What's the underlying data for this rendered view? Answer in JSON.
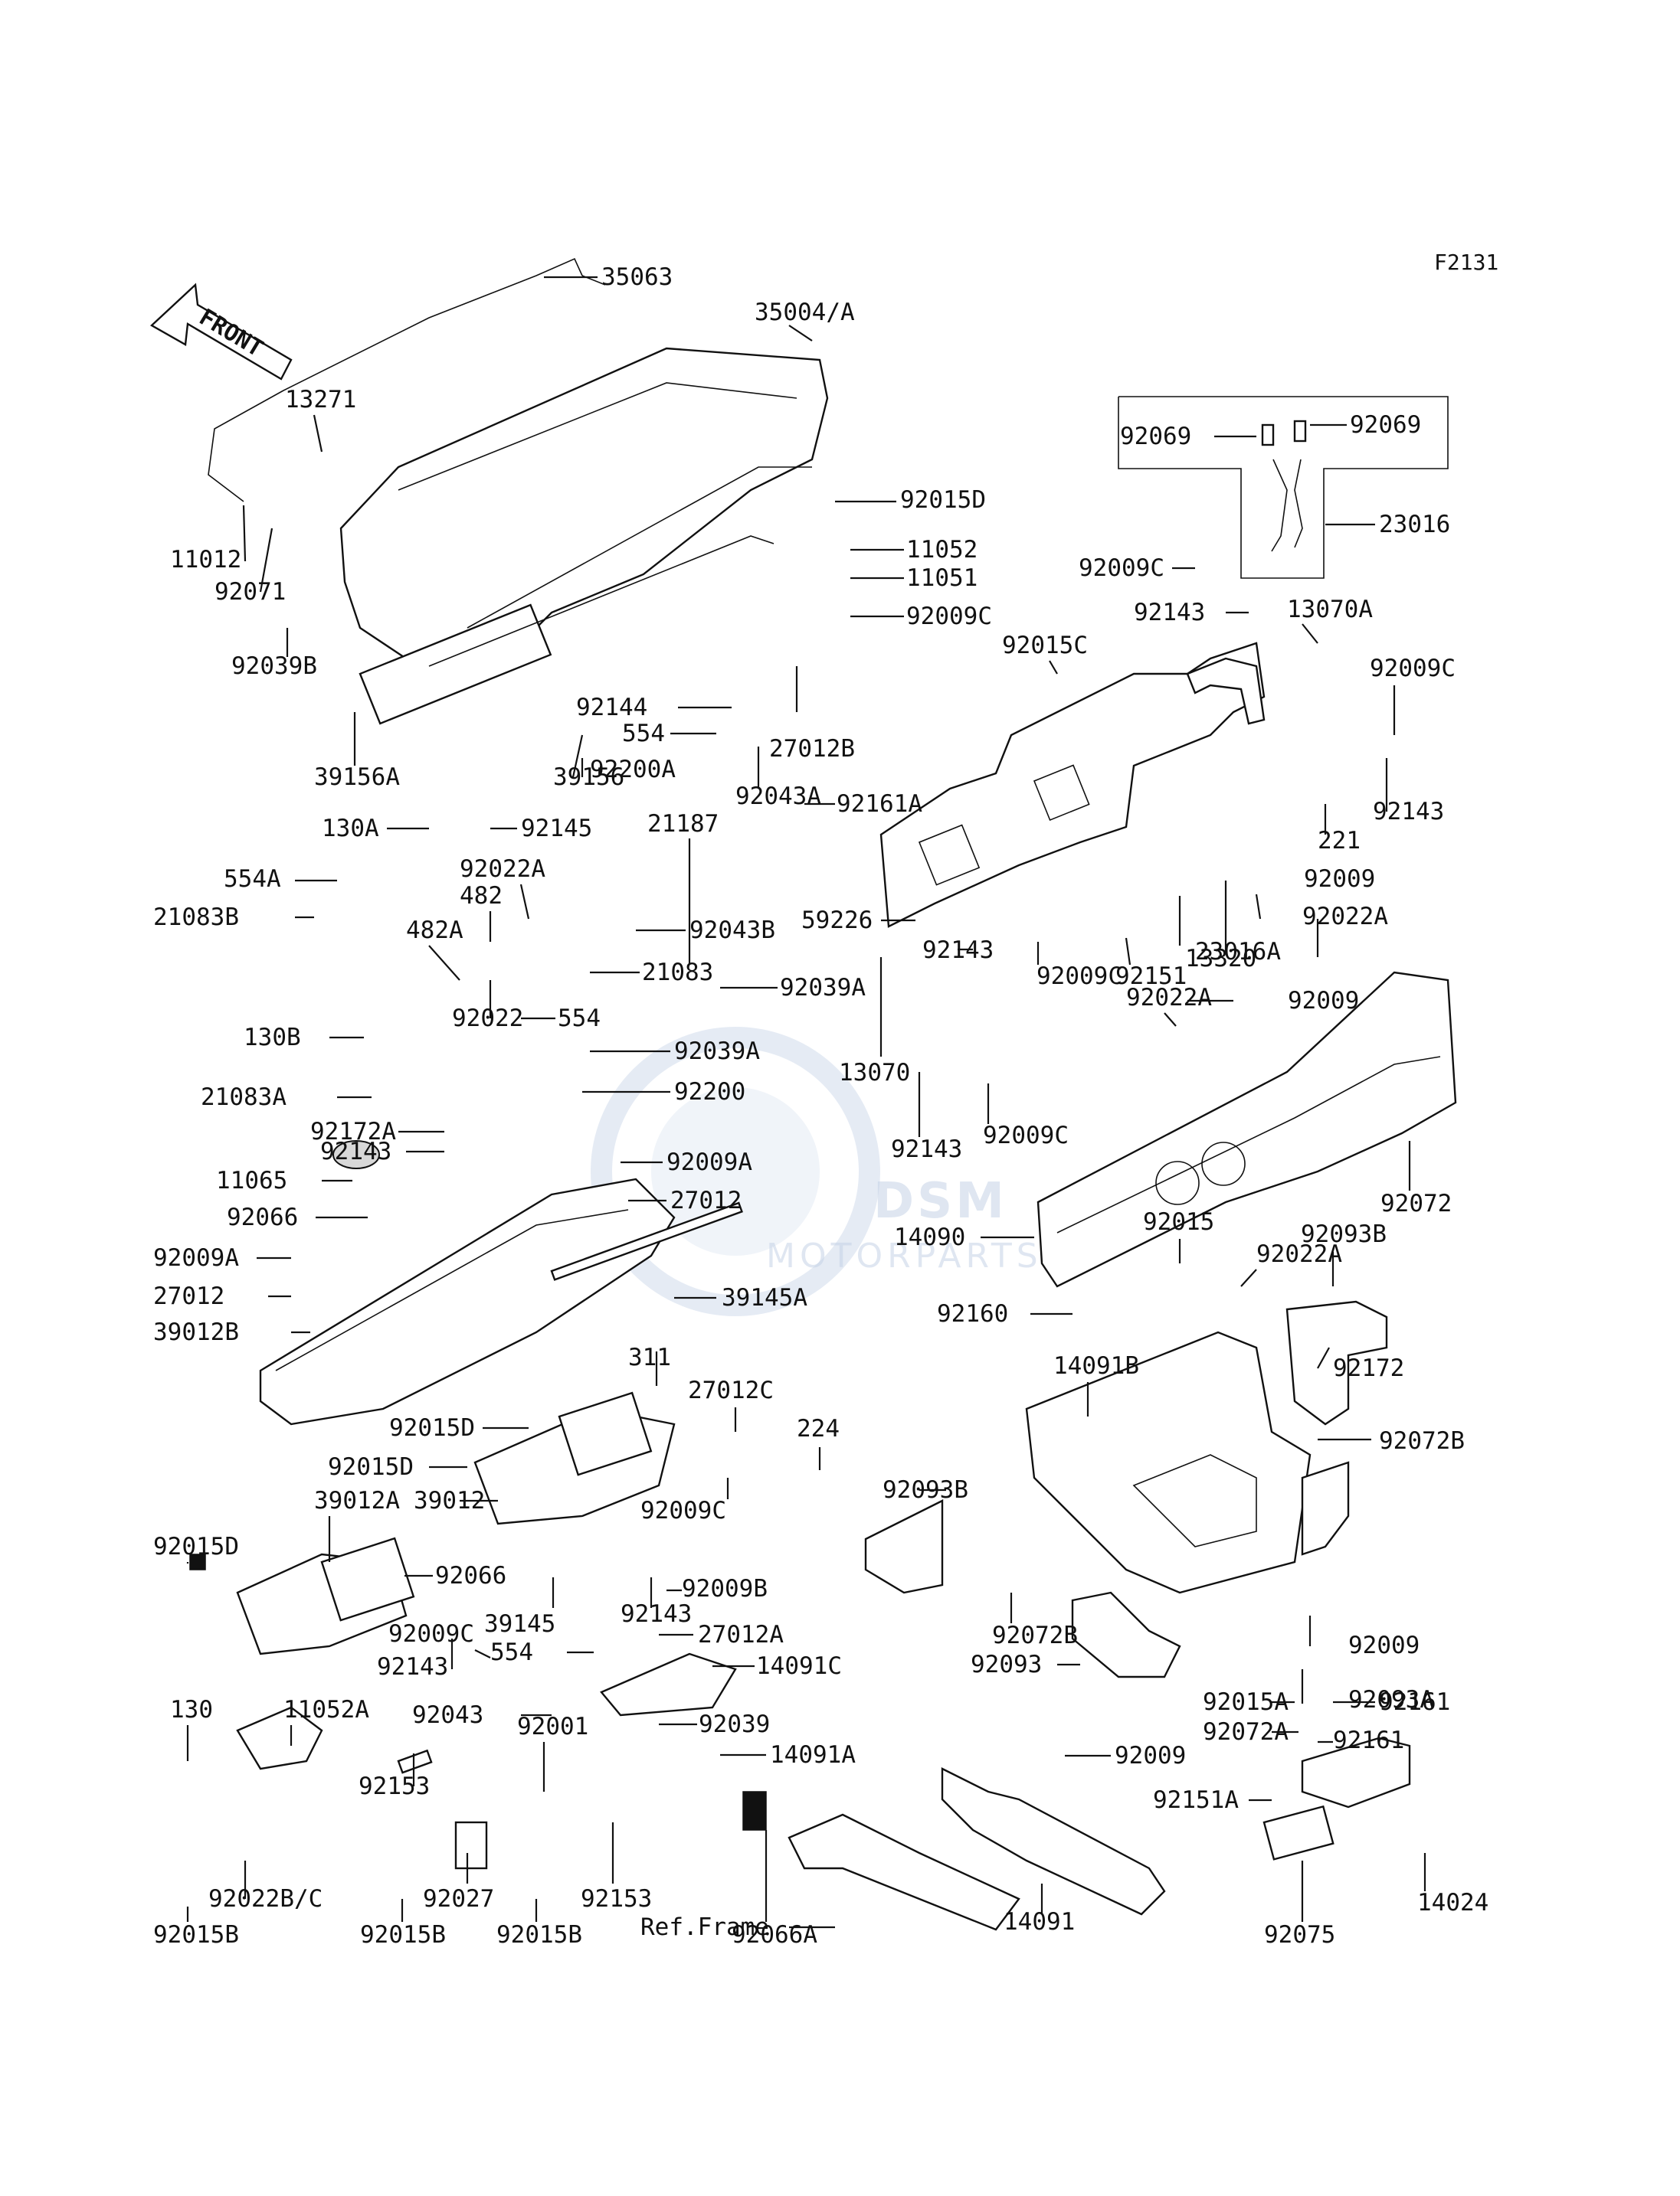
{
  "figure_code": "F2131",
  "direction_label": "FRONT",
  "reference_label": "Ref.Frame",
  "watermark": {
    "brand": "DSM",
    "sub": "MOTORPARTS"
  },
  "part_labels": [
    "35063",
    "35004/A",
    "13271",
    "11012",
    "92071",
    "92039B",
    "92015D",
    "11052",
    "11051",
    "92009C",
    "92069",
    "92069",
    "23016",
    "92009C",
    "92143",
    "13070A",
    "92015C",
    "92009C",
    "92144",
    "554",
    "27012B",
    "39156A",
    "39156",
    "92200A",
    "92043A",
    "21187",
    "92161A",
    "130A",
    "92145",
    "554A",
    "92022A",
    "21083B",
    "482",
    "92043B",
    "482A",
    "21083",
    "554",
    "130B",
    "92022",
    "92039A",
    "21083A",
    "92200",
    "92172A",
    "92143",
    "92009A",
    "11065",
    "27012",
    "92066",
    "92009A",
    "27012",
    "39012B",
    "39145A",
    "59226",
    "23016A",
    "221",
    "92143",
    "92009",
    "92022A",
    "92143",
    "92009C",
    "92151",
    "13320",
    "92022A",
    "92009",
    "92039A",
    "13070",
    "92009C",
    "92143",
    "14090",
    "92072",
    "92015",
    "92093B",
    "92022A",
    "92160",
    "92172",
    "14091B",
    "92072B",
    "311",
    "27012C",
    "224",
    "92015D",
    "92015D",
    "39012A",
    "39012",
    "92009C",
    "92015D",
    "92066",
    "92143",
    "92009B",
    "39145",
    "27012A",
    "92009C",
    "554",
    "92143",
    "14091C",
    "92043",
    "92039",
    "14091A",
    "92093B",
    "92072B",
    "92093",
    "92009",
    "92093A",
    "130",
    "11052A",
    "92001",
    "92153",
    "92022B/C",
    "92027",
    "92153",
    "92015B",
    "92015B",
    "92015B",
    "92066A",
    "92015A",
    "92072A",
    "92161",
    "92161",
    "92009",
    "92151A",
    "14091",
    "92075",
    "14024"
  ]
}
